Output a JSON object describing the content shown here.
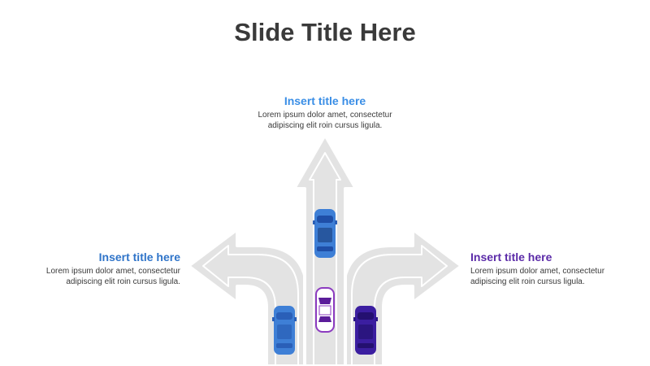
{
  "slide": {
    "title": "Slide Title Here"
  },
  "colors": {
    "road": "#e3e3e3",
    "road_outline": "#ffffff",
    "car_blue": "#3e7fd6",
    "car_dark_blue": "#1a3d8f",
    "car_indigo": "#3b1ea0",
    "car_purple_outline": "#8c3cc0",
    "top_heading": "#3a8ee6",
    "left_heading": "#2f74c9",
    "right_heading": "#5b2ba8"
  },
  "directions": {
    "straight": {
      "heading": "Insert title here",
      "body_line1": "Lorem ipsum dolor amet, consectetur",
      "body_line2": "adipiscing elit roin cursus ligula."
    },
    "left": {
      "heading": "Insert title here",
      "body_line1": "Lorem ipsum dolor amet, consectetur",
      "body_line2": "adipiscing elit roin cursus ligula."
    },
    "right": {
      "heading": "Insert title here",
      "body_line1": "Lorem ipsum dolor amet, consectetur",
      "body_line2": "adipiscing elit roin cursus ligula."
    }
  }
}
